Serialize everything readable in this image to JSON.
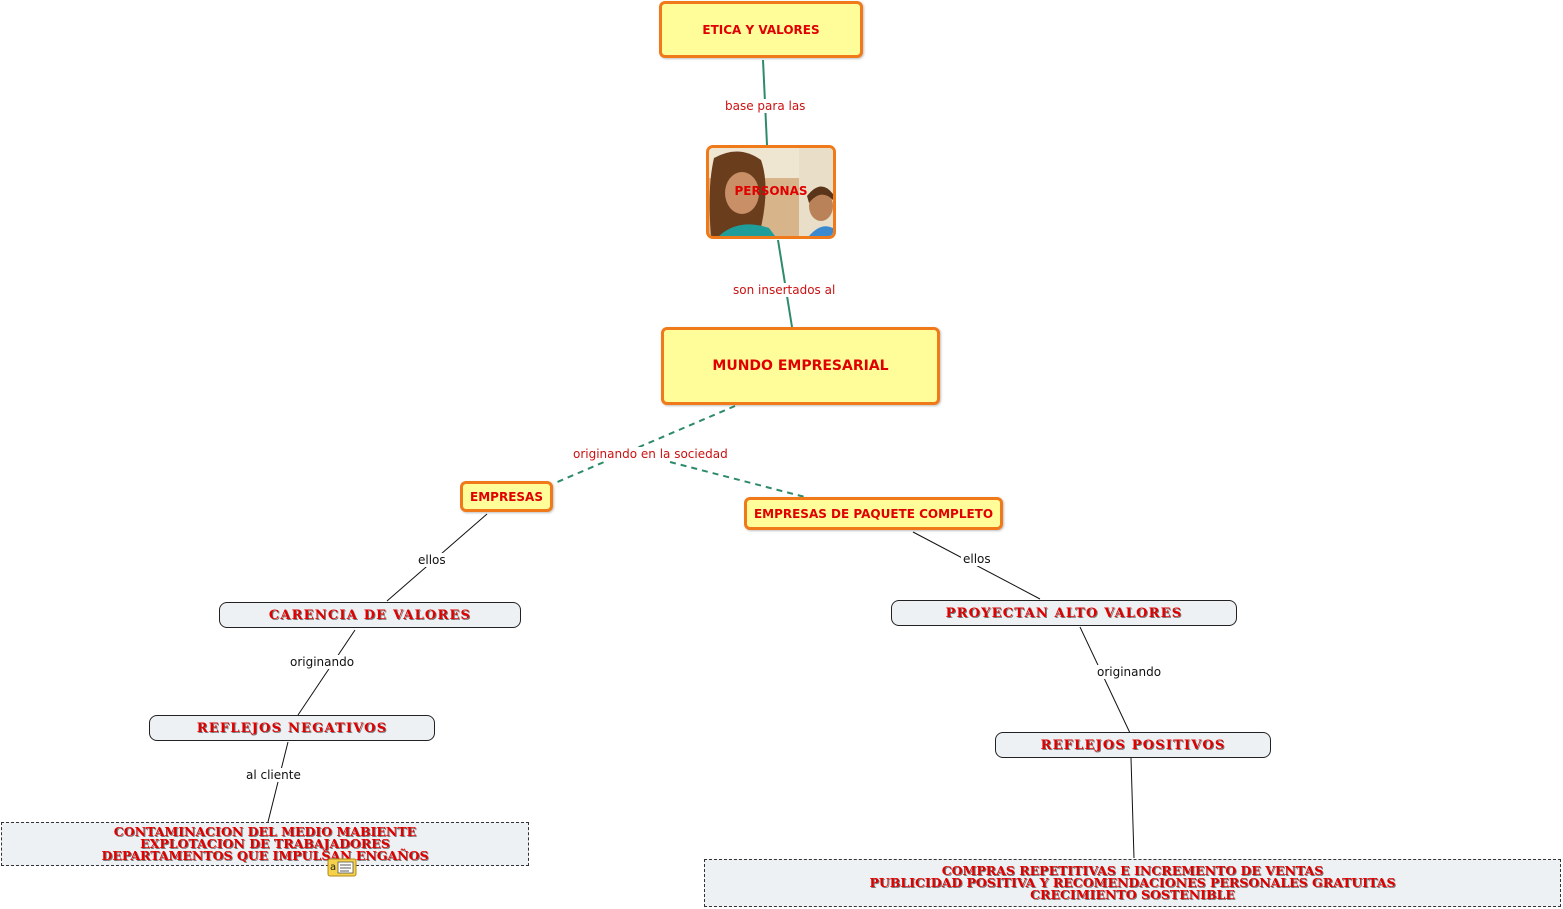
{
  "nodes": {
    "etica": "ETICA Y VALORES",
    "personas": "PERSONAS",
    "mundo": "MUNDO EMPRESARIAL",
    "empresas": "EMPRESAS",
    "paquete": "EMPRESAS DE PAQUETE COMPLETO",
    "carencia": "CARENCIA DE  VALORES",
    "proyectan": "PROYECTAN ALTO VALORES",
    "negativos": "REFLEJOS NEGATIVOS",
    "positivos": "REFLEJOS POSITIVOS",
    "contaminacion": [
      "CONTAMINACION DEL MEDIO MABIENTE",
      "EXPLOTACION DE TRABAJADORES",
      "DEPARTAMENTOS QUE IMPULSAN ENGAÑOS"
    ],
    "compras": [
      "COMPRAS REPETITIVAS E INCREMENTO DE VENTAS",
      "PUBLICIDAD POSITIVA Y RECOMENDACIONES PERSONALES GRATUITAS",
      "CRECIMIENTO SOSTENIBLE"
    ]
  },
  "links": {
    "base": "base para las",
    "insertados": "son insertados al",
    "originando_sociedad": "originando  en la sociedad",
    "ellos_left": "ellos",
    "ellos_right": "ellos",
    "originando_left": "originando",
    "originando_right": "originando",
    "al_cliente": "al cliente"
  },
  "icons": {
    "note": "note-icon",
    "photo": "people-photo"
  },
  "colors": {
    "node_fill": "#fffd9a",
    "node_border": "#f07a1a",
    "text_red": "#e00000",
    "link_teal": "#2e8b6a"
  }
}
